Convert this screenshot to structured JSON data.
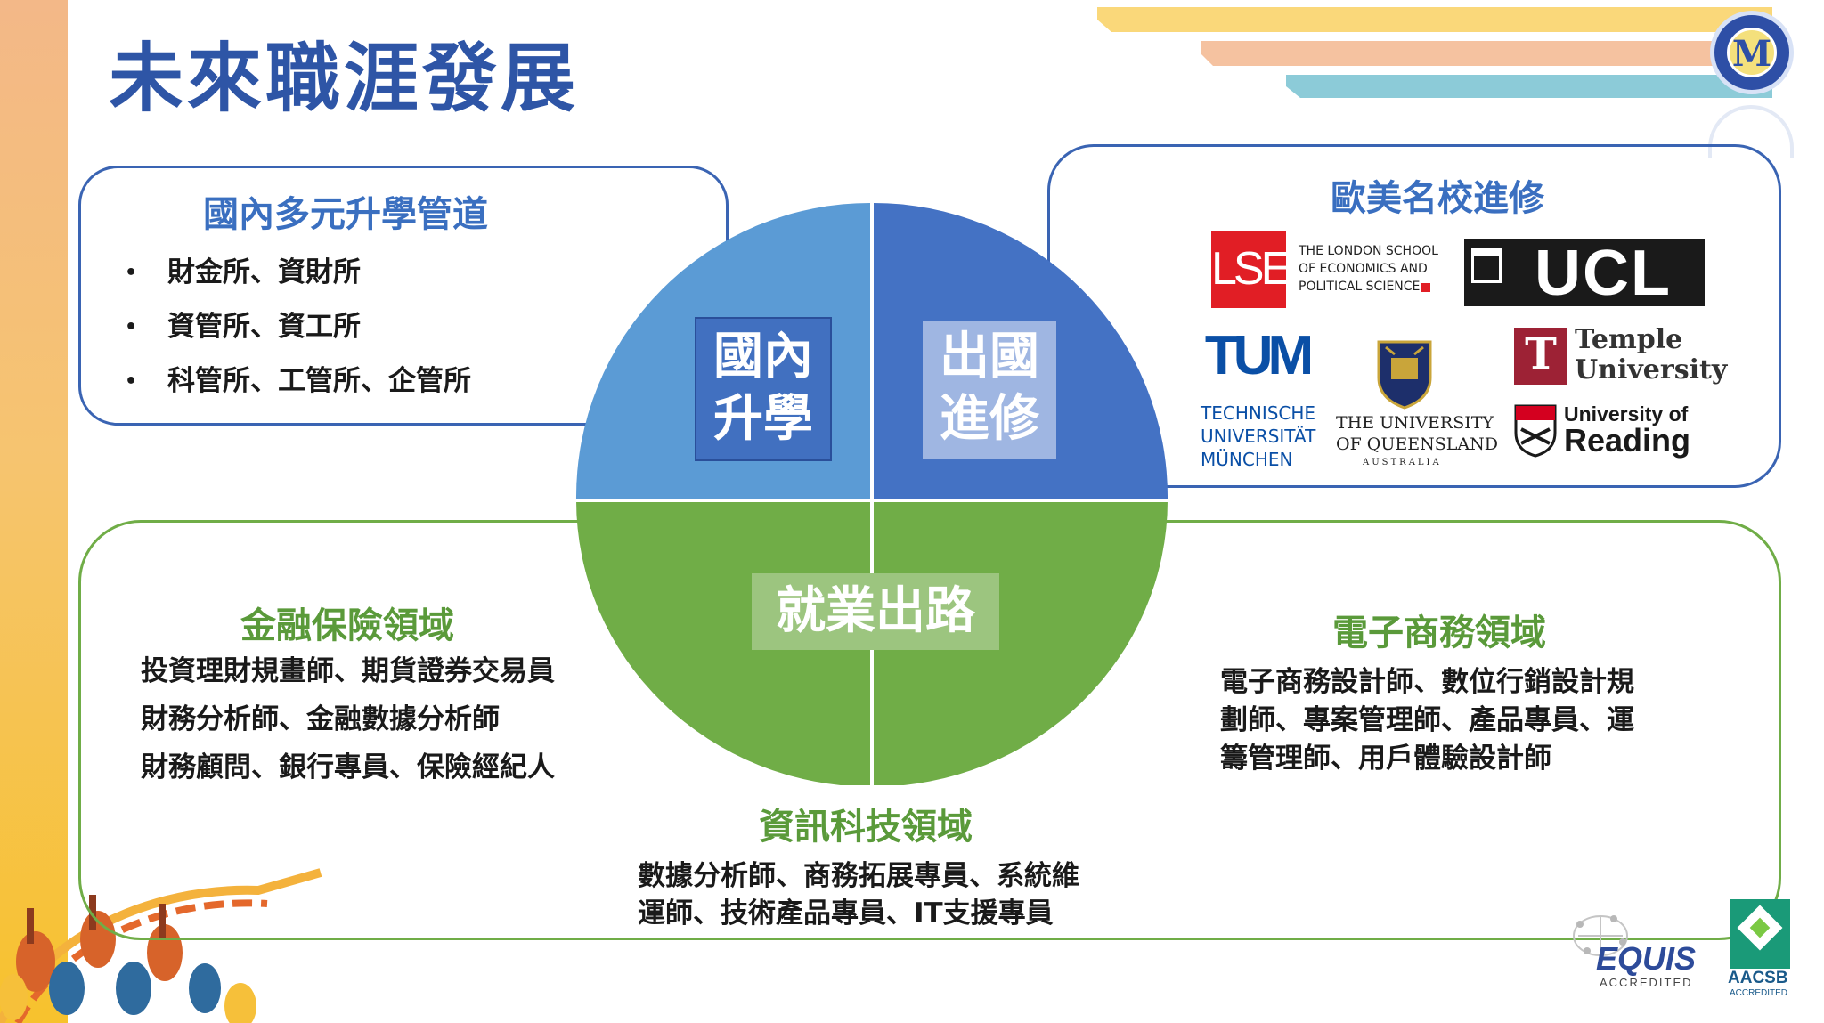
{
  "title": "未來職涯發展",
  "quadrants": {
    "domestic": {
      "line1": "國內",
      "line2": "升學"
    },
    "abroad": {
      "line1": "出國",
      "line2": "進修"
    },
    "employment": {
      "label": "就業出路"
    }
  },
  "domestic_box": {
    "heading": "國內多元升學管道",
    "items": [
      "財金所、資財所",
      "資管所、資工所",
      "科管所、工管所、企管所"
    ],
    "bullet": "•"
  },
  "abroad_box": {
    "heading": "歐美名校進修",
    "logos": {
      "lse_mark": "LSE",
      "lse_line1": "THE LONDON SCHOOL",
      "lse_line2": "OF ECONOMICS AND",
      "lse_line3": "POLITICAL SCIENCE",
      "ucl": "UCL",
      "tum_mark": "TUM",
      "tum_line1": "TECHNISCHE",
      "tum_line2": "UNIVERSITÄT",
      "tum_line3": "MÜNCHEN",
      "uq_line1": "THE UNIVERSITY",
      "uq_line2": "OF QUEENSLAND",
      "uq_line3": "AUSTRALIA",
      "temple_mark": "T",
      "temple_line1": "Temple",
      "temple_line2": "University",
      "reading_line1": "University of",
      "reading_line2": "Reading"
    }
  },
  "finance": {
    "heading": "金融保險領域",
    "lines": [
      "投資理財規畫師、期貨證券交易員",
      "財務分析師、金融數據分析師",
      "財務顧問、銀行專員、保險經紀人"
    ]
  },
  "ecommerce": {
    "heading": "電子商務領域",
    "lines": [
      "電子商務設計師、數位行銷設計規",
      "劃師、專案管理師、產品專員、運",
      "籌管理師、用戶體驗設計師"
    ]
  },
  "it": {
    "heading": "資訊科技領域",
    "lines": [
      "數據分析師、商務拓展專員、系統維",
      "運師、技術產品專員、IT支援專員"
    ]
  },
  "accreditations": {
    "equis_name": "EQUIS",
    "equis_sub": "ACCREDITED",
    "aacsb_name": "AACSB",
    "aacsb_sub": "ACCREDITED"
  },
  "school_emblem_letter": "M",
  "colors": {
    "title_blue": "#2e55a6",
    "quad_light_blue": "#5b9bd5",
    "quad_dark_blue": "#4472c4",
    "quad_green": "#70ad47",
    "green_text": "#5a9a3a",
    "stripe_yellow": "#fad87a",
    "stripe_peach": "#f5c2a0",
    "stripe_teal": "#8ccbd8"
  }
}
